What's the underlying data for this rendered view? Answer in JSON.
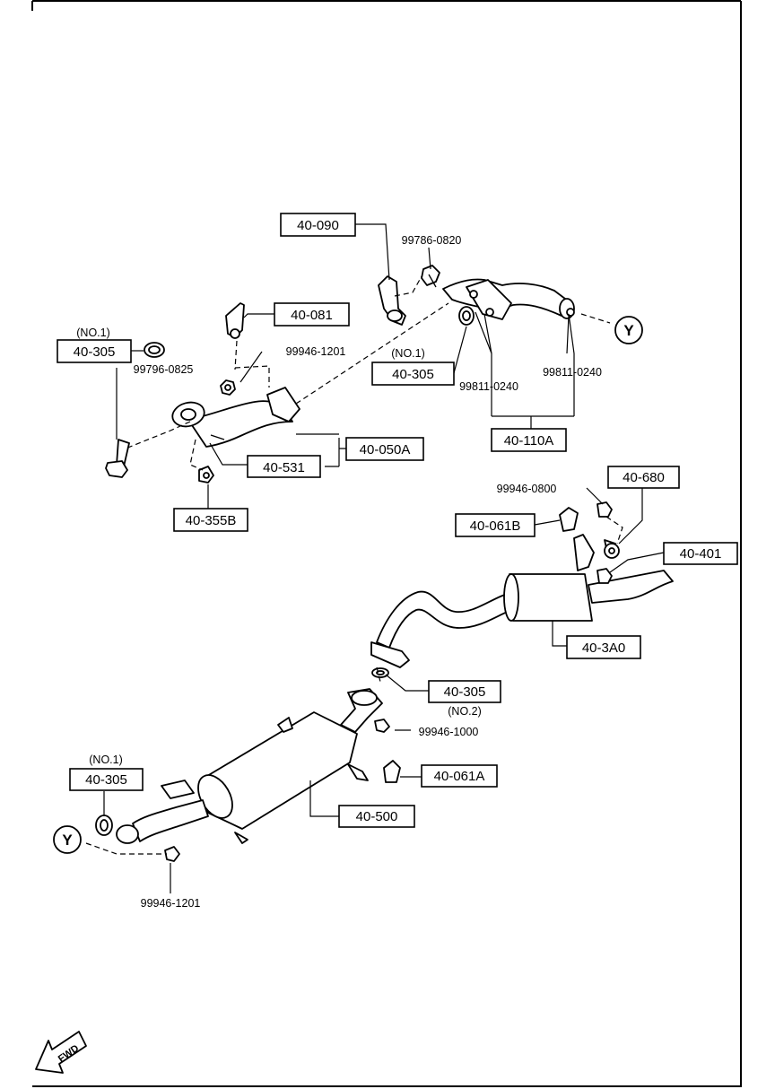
{
  "callouts": {
    "p_40_090": "40-090",
    "p_99786_0820": "99786-0820",
    "p_40_081": "40-081",
    "no1_a": "(NO.1)",
    "p_40_305_a": "40-305",
    "p_99796_0825": "99796-0825",
    "p_99946_1201_a": "99946-1201",
    "no1_b": "(NO.1)",
    "p_40_305_b": "40-305",
    "p_99811_0240_a": "99811-0240",
    "p_99811_0240_b": "99811-0240",
    "p_40_110A": "40-110A",
    "p_40_050A": "40-050A",
    "p_40_531": "40-531",
    "p_40_355B": "40-355B",
    "p_99946_0800": "99946-0800",
    "p_40_680": "40-680",
    "p_40_061B": "40-061B",
    "p_40_401": "40-401",
    "p_40_3A0": "40-3A0",
    "p_40_305_c": "40-305",
    "no2": "(NO.2)",
    "p_99946_1000": "99946-1000",
    "p_40_061A": "40-061A",
    "no1_c": "(NO.1)",
    "p_40_305_d": "40-305",
    "p_40_500": "40-500",
    "p_99946_1201_b": "99946-1201",
    "y_marker_top": "Y",
    "y_marker_bottom": "Y",
    "fwd": "FWD"
  }
}
